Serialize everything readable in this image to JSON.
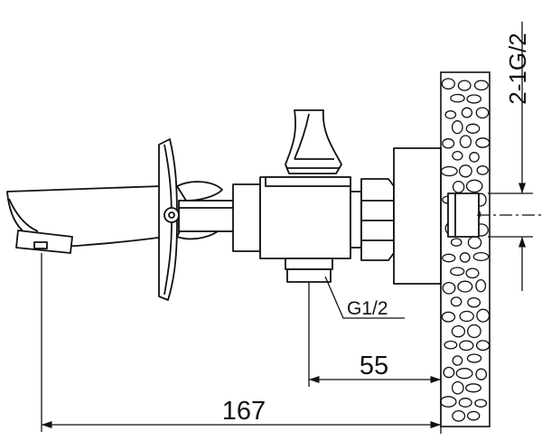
{
  "diagram": {
    "type": "technical-drawing",
    "subject": "wall-mounted bath spout with diverter valve, side view",
    "dimensions": {
      "overall_length": "167",
      "outlet_offset": "55",
      "thread_outlet": "G1/2",
      "thread_wall_connection": "2-1G/2"
    },
    "colors": {
      "line": "#111111",
      "background": "#ffffff"
    }
  }
}
